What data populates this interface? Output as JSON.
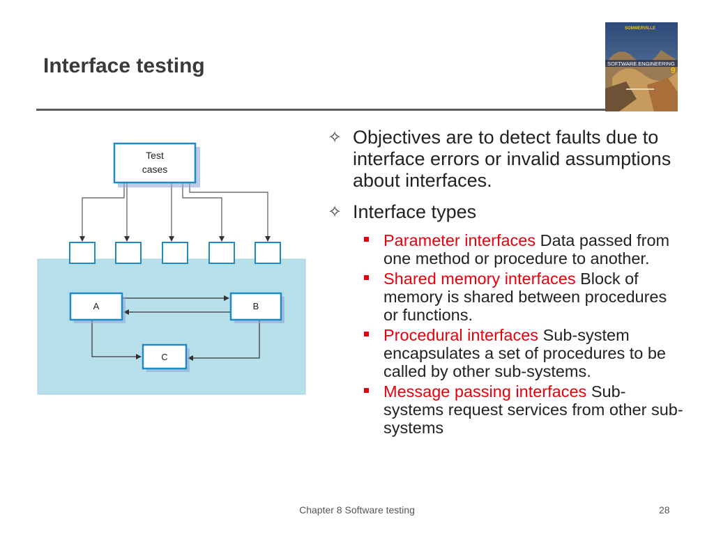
{
  "slide": {
    "title": "Interface testing",
    "footer": "Chapter 8 Software testing",
    "page_number": "28"
  },
  "book_cover": {
    "author": "SOMMERVILLE",
    "title": "SOFTWARE ENGINEERING",
    "edition": "9"
  },
  "diagram": {
    "test_cases_label_line1": "Test",
    "test_cases_label_line2": "cases",
    "node_a": "A",
    "node_b": "B",
    "node_c": "C"
  },
  "bullets": [
    {
      "marker": "✧",
      "text": "Objectives are to detect faults due to interface errors or invalid assumptions about interfaces."
    },
    {
      "marker": "✧",
      "text": "Interface types",
      "sub": [
        {
          "highlight": "Parameter interfaces",
          "text": " Data passed from one method or procedure to another."
        },
        {
          "highlight": "Shared memory interfaces",
          "text": " Block of memory is shared between procedures or functions."
        },
        {
          "highlight": "Procedural interfaces",
          "text": " Sub-system encapsulates a set of procedures to be called by other sub-systems."
        },
        {
          "highlight": "Message passing interfaces",
          "text": " Sub-systems request services from other sub-systems"
        }
      ]
    }
  ],
  "colors": {
    "accent_red": "#e8000b",
    "system_fill": "#b8e0ea",
    "box_border": "#1f8bc5"
  }
}
